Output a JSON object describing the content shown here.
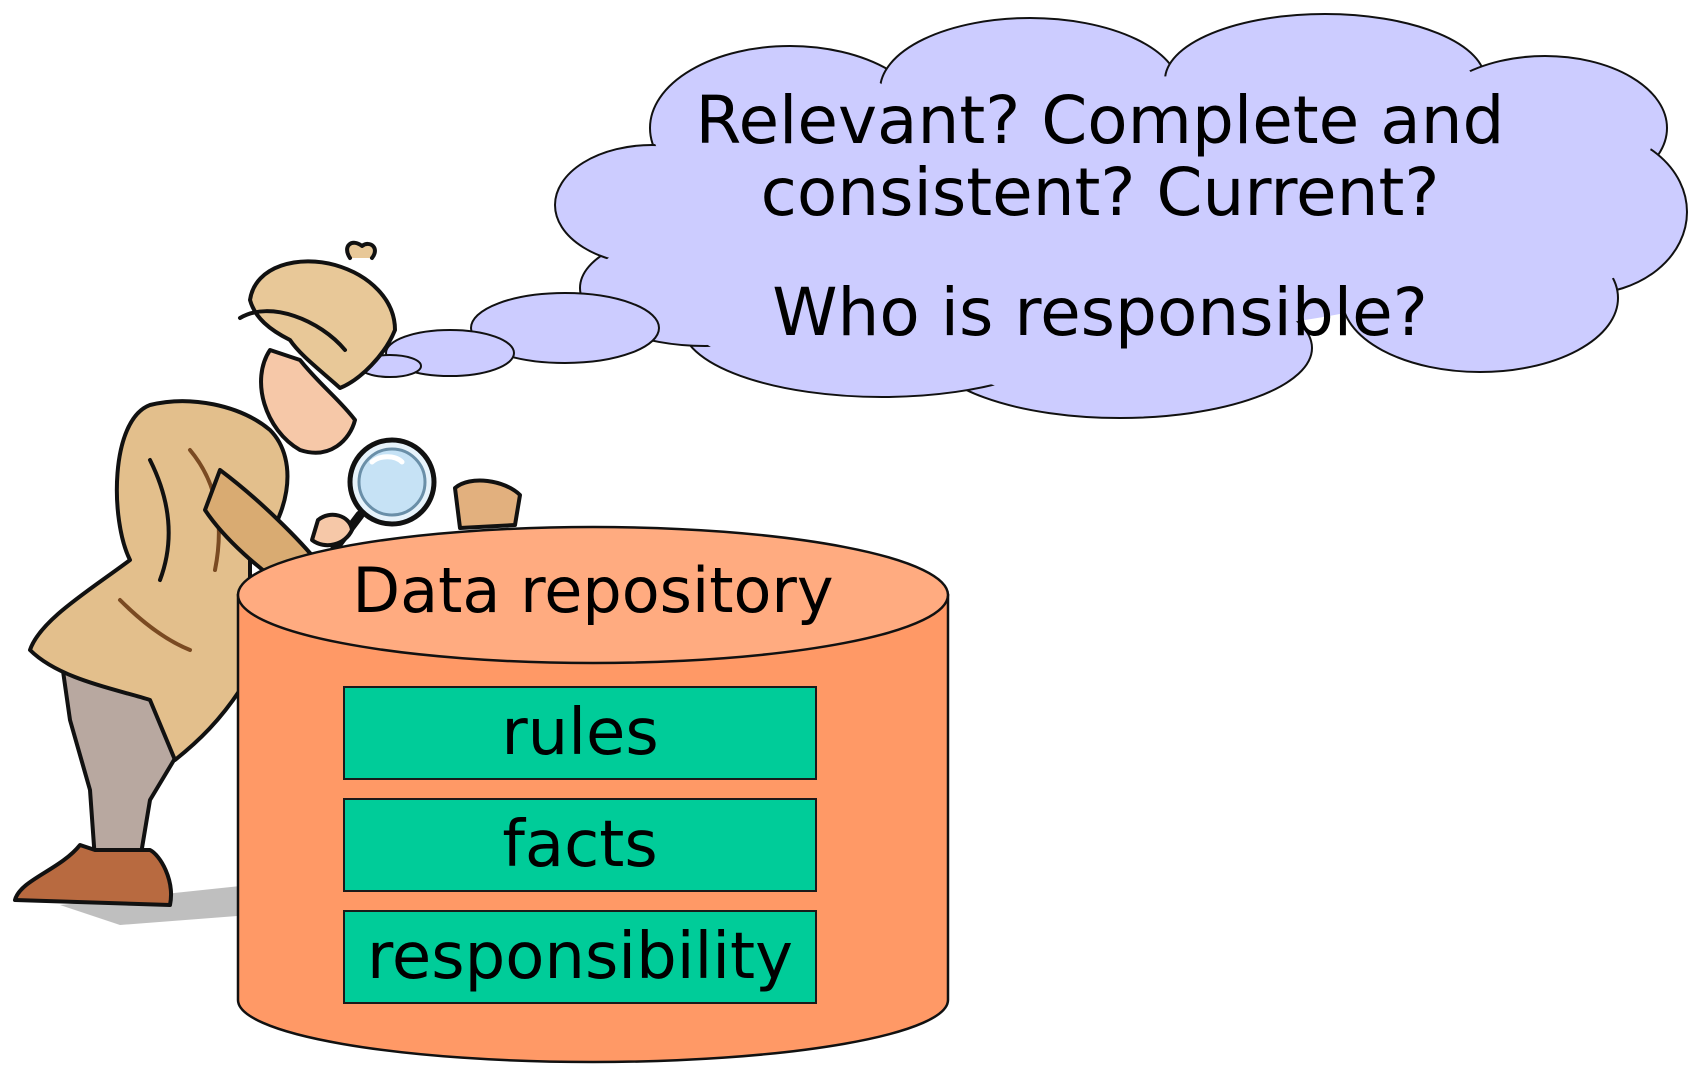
{
  "thought_bubble": {
    "line1": "Relevant? Complete and",
    "line2": "consistent? Current?",
    "line3": "Who is responsible?"
  },
  "repository": {
    "label": "Data repository",
    "layers": [
      "rules",
      "facts",
      "responsibility"
    ]
  },
  "colors": {
    "cloud_fill": "#ccccff",
    "cylinder_top": "#ffab80",
    "cylinder_body": "#ff9966",
    "layer_fill": "#00cc99"
  },
  "illustration": {
    "icon": "detective-with-magnifying-glass-icon"
  }
}
